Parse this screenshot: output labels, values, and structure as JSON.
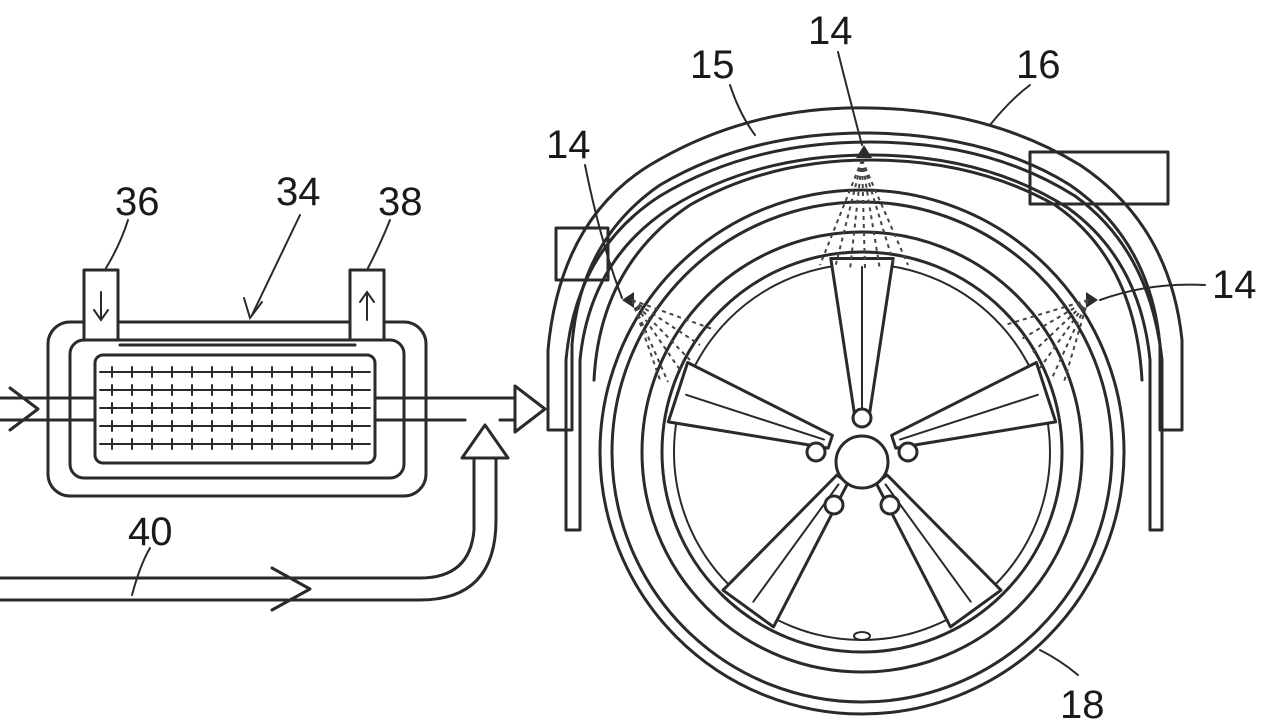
{
  "diagram": {
    "labels": {
      "heat_exchanger": "34",
      "inlet_port": "36",
      "outlet_port": "38",
      "air_line": "40",
      "nozzle_top": "14",
      "nozzle_left": "14",
      "nozzle_right": "14",
      "wheel_arch_liner": "15",
      "fender": "16",
      "wheel": "18"
    }
  }
}
